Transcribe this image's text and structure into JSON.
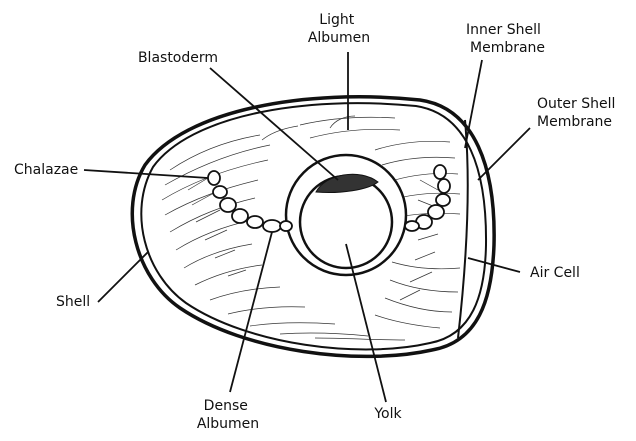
{
  "labels": {
    "light_albumen": [
      "Light",
      "Albumen"
    ],
    "blastoderm": [
      "Blastoderm"
    ],
    "inner_shell_membrane": [
      "Inner Shell",
      "Membrane"
    ],
    "outer_shell_membrane": [
      "Outer Shell",
      "Membrane"
    ],
    "chalazae": [
      "Chalazae"
    ],
    "air_cell": [
      "Air Cell"
    ],
    "shell": [
      "Shell"
    ],
    "dense_albumen": [
      "Dense",
      "Albumen"
    ],
    "yolk": [
      "Yolk"
    ]
  },
  "colors": {
    "ink": "#111111",
    "paper": "#ffffff"
  }
}
